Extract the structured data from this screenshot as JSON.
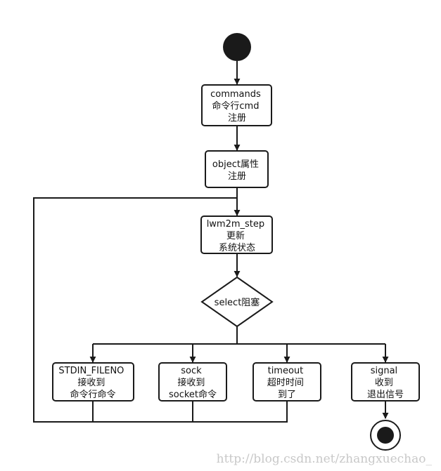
{
  "colors": {
    "stroke": "#1a1a1a",
    "node_fill": "#ffffff",
    "dot": "#1a1a1a",
    "text": "#111111",
    "watermark": "#c8c8c8"
  },
  "nodes": {
    "commands": {
      "lines": [
        "commands",
        "命令行cmd",
        "注册"
      ]
    },
    "object": {
      "lines": [
        "object属性",
        "注册"
      ]
    },
    "step": {
      "lines": [
        "lwm2m_step",
        "更新",
        "系统状态"
      ]
    },
    "select": {
      "lines": [
        "select阻塞"
      ]
    },
    "stdin": {
      "lines": [
        "STDIN_FILENO",
        "接收到",
        "命令行命令"
      ]
    },
    "sock": {
      "lines": [
        "sock",
        "接收到",
        "socket命令"
      ]
    },
    "timeout": {
      "lines": [
        "timeout",
        "超时时间",
        "到了"
      ]
    },
    "signal": {
      "lines": [
        "signal",
        "收到",
        "退出信号"
      ]
    }
  },
  "watermark": "http://blog.csdn.net/zhangxuechao_"
}
